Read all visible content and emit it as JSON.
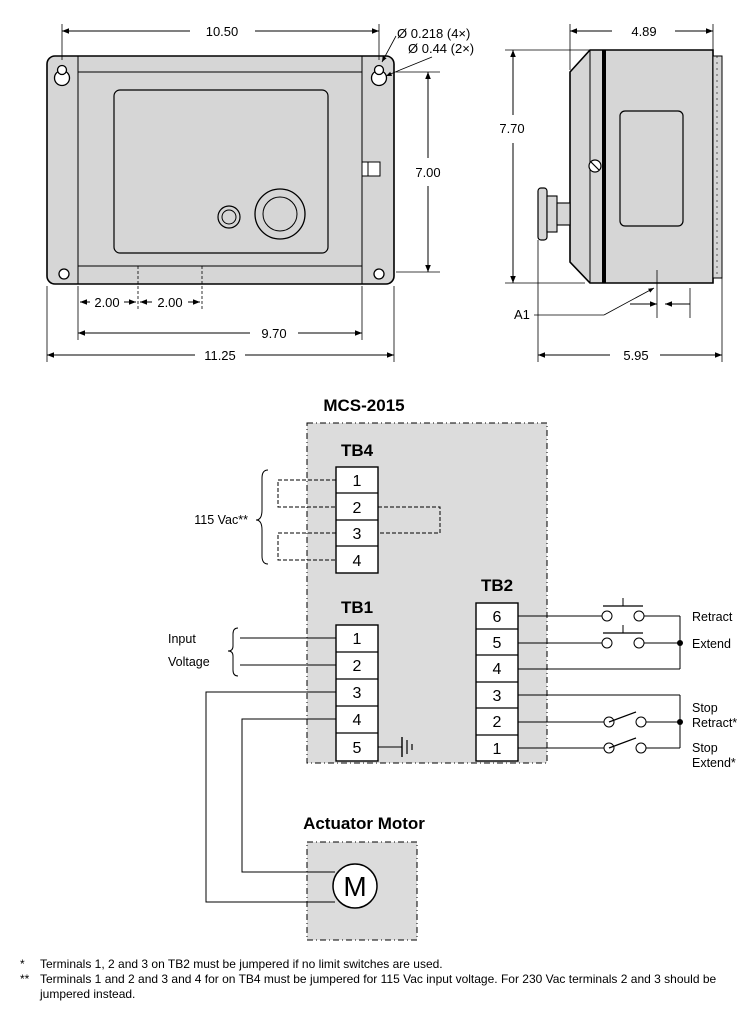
{
  "dimensions": {
    "front_width_top": "10.50",
    "hole_small": "Ø 0.218 (4×)",
    "hole_large": "Ø 0.44 (2×)",
    "front_height": "7.00",
    "spacing_a": "2.00",
    "spacing_b": "2.00",
    "mount_width": "9.70",
    "overall_width": "11.25",
    "side_depth": "4.89",
    "side_height": "7.70",
    "side_overall": "5.95",
    "detail_ref": "A1"
  },
  "wiring": {
    "controller_title": "MCS-2015",
    "tb4": {
      "title": "TB4",
      "terminals": [
        "1",
        "2",
        "3",
        "4"
      ],
      "supply_label": "115 Vac**"
    },
    "tb1": {
      "title": "TB1",
      "terminals": [
        "1",
        "2",
        "3",
        "4",
        "5"
      ],
      "input_label_1": "Input",
      "input_label_2": "Voltage"
    },
    "tb2": {
      "title": "TB2",
      "terminals": [
        "6",
        "5",
        "4",
        "3",
        "2",
        "1"
      ]
    },
    "switch_labels": {
      "retract": "Retract",
      "extend": "Extend",
      "stop_retract_1": "Stop",
      "stop_retract_2": "Retract*",
      "stop_extend_1": "Stop",
      "stop_extend_2": "Extend*"
    },
    "motor_title": "Actuator Motor",
    "motor_symbol": "M"
  },
  "notes": [
    {
      "mark": "*",
      "text": "Terminals 1, 2 and 3 on TB2 must be jumpered if no limit switches are used."
    },
    {
      "mark": "**",
      "text": "Terminals 1 and 2 and 3 and 4 for on TB4 must be jumpered for 115 Vac input voltage. For 230 Vac terminals 2 and 3 should be jumpered instead."
    }
  ],
  "colors": {
    "housing": "#d6d6d6",
    "box_fill": "#dcdcdc",
    "line": "#000000"
  }
}
